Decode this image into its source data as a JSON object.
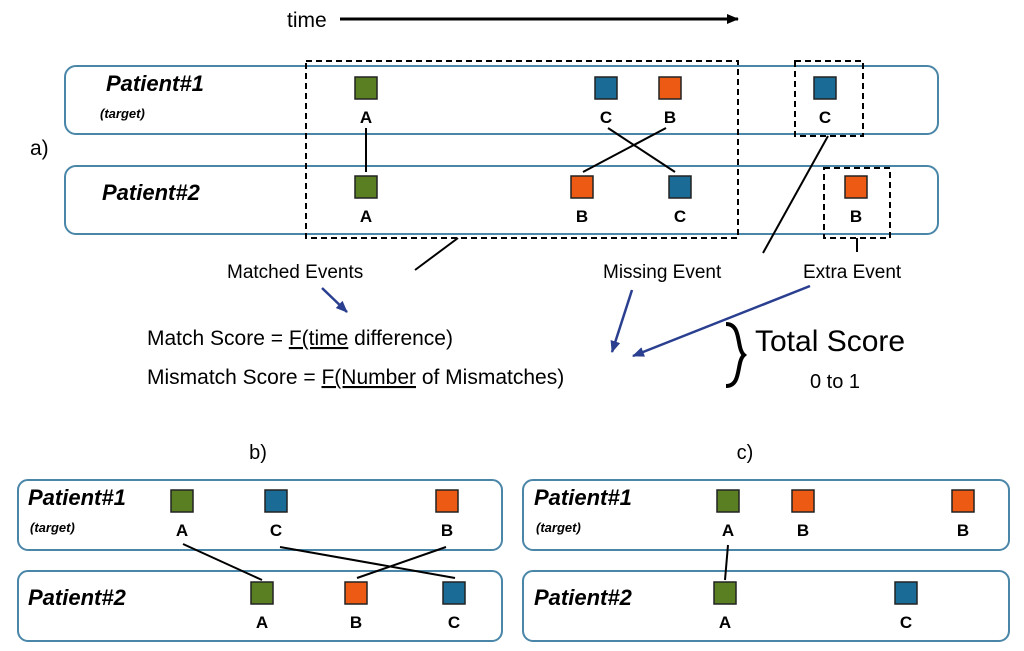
{
  "time_label": "time",
  "colors": {
    "A": "#5a7e22",
    "B": "#ec5a14",
    "C": "#1b6b97",
    "row_stroke": "#4a86a8"
  },
  "panel_a": {
    "label": "a)",
    "patient1_name": "Patient#1",
    "patient1_sub": "(target)",
    "patient2_name": "Patient#2",
    "patient1_events": [
      "A",
      "C",
      "B",
      "C"
    ],
    "patient2_events": [
      "A",
      "B",
      "C",
      "B"
    ],
    "annotations": {
      "matched": "Matched Events",
      "missing": "Missing Event",
      "extra": "Extra Event"
    },
    "match_score_prefix": "Match Score = ",
    "match_score_underlined": "F(time",
    "match_score_suffix": " difference)",
    "mismatch_score_prefix": "Mismatch Score = ",
    "mismatch_score_underlined_1": "F(Number",
    "mismatch_score_suffix": " of Mismatches)",
    "total_score": "Total Score",
    "total_range": "0 to 1"
  },
  "panel_b": {
    "label": "b)",
    "patient1_name": "Patient#1",
    "patient1_sub": "(target)",
    "patient2_name": "Patient#2",
    "patient1_events": [
      "A",
      "C",
      "B"
    ],
    "patient2_events": [
      "A",
      "B",
      "C"
    ]
  },
  "panel_c": {
    "label": "c)",
    "patient1_name": "Patient#1",
    "patient1_sub": "(target)",
    "patient2_name": "Patient#2",
    "patient1_events": [
      "A",
      "B",
      "B"
    ],
    "patient2_events": [
      "A",
      "C"
    ]
  }
}
